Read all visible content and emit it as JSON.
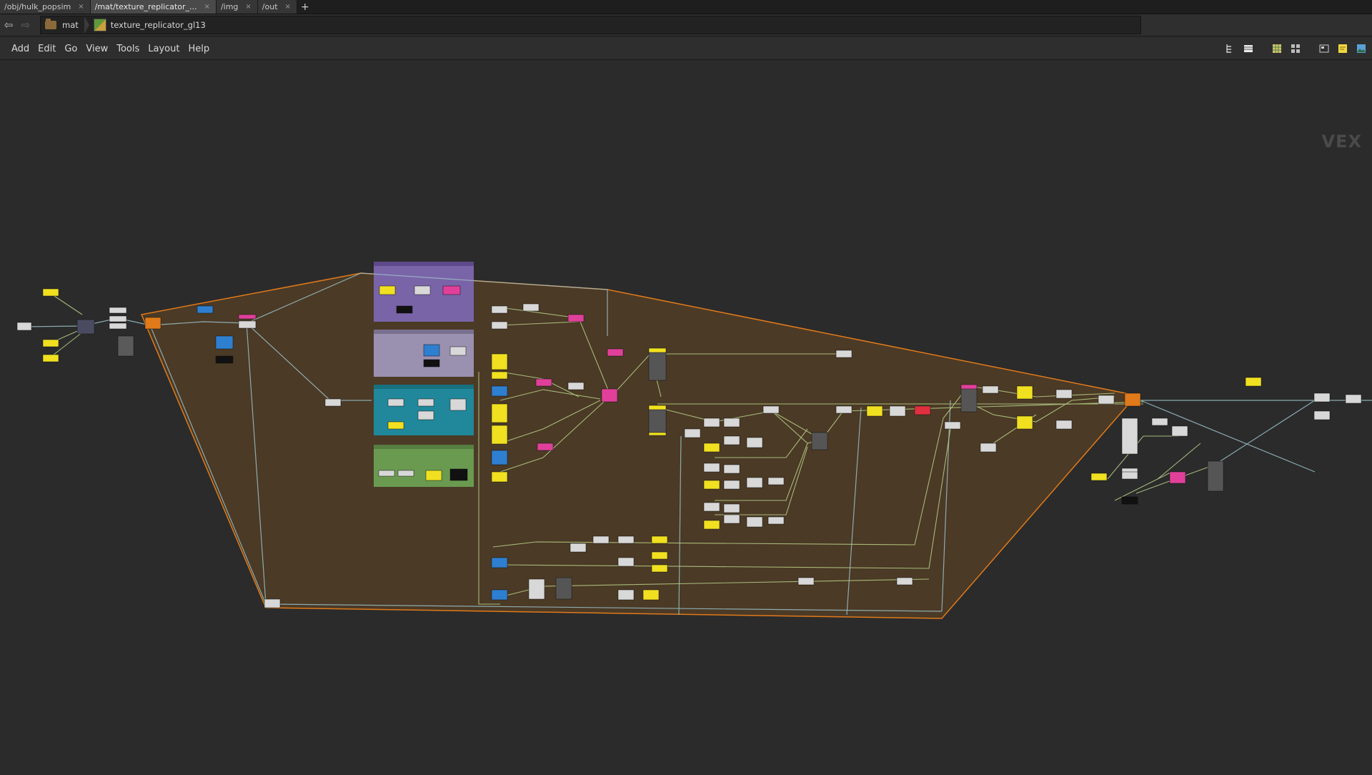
{
  "tabs": [
    {
      "label": "/obj/hulk_popsim",
      "active": false
    },
    {
      "label": "/mat/texture_replicator_...",
      "active": true
    },
    {
      "label": "/img",
      "active": false
    },
    {
      "label": "/out",
      "active": false
    }
  ],
  "tab_close_glyph": "×",
  "tab_add_glyph": "+",
  "path": {
    "back_glyph": "⇦",
    "forward_glyph": "⇨",
    "crumbs": [
      {
        "label": "mat",
        "icon": "folder-icon"
      },
      {
        "label": "texture_replicator_gl13",
        "icon": "material-icon"
      }
    ]
  },
  "menu": [
    "Add",
    "Edit",
    "Go",
    "View",
    "Tools",
    "Layout",
    "Help"
  ],
  "toolbar_icons": [
    "tree-view-icon",
    "list-view-icon",
    "grid-view-icon",
    "thumbnail-view-icon",
    "layout-icon",
    "sticky-note-icon",
    "image-background-icon"
  ],
  "network_context_label": "VEX",
  "colors": {
    "canvas": "#2b2b2b",
    "subnet_fill": "#4b3a26",
    "subnet_outline": "#e07a1a",
    "node_yellow": "#f0e020",
    "node_pink": "#e0409a",
    "node_blue": "#2f7fd0",
    "node_red": "#e03040",
    "box_purple": "#7a64a8",
    "box_lavender": "#9a90b0",
    "box_teal": "#20889a",
    "box_green": "#6a9a50"
  }
}
